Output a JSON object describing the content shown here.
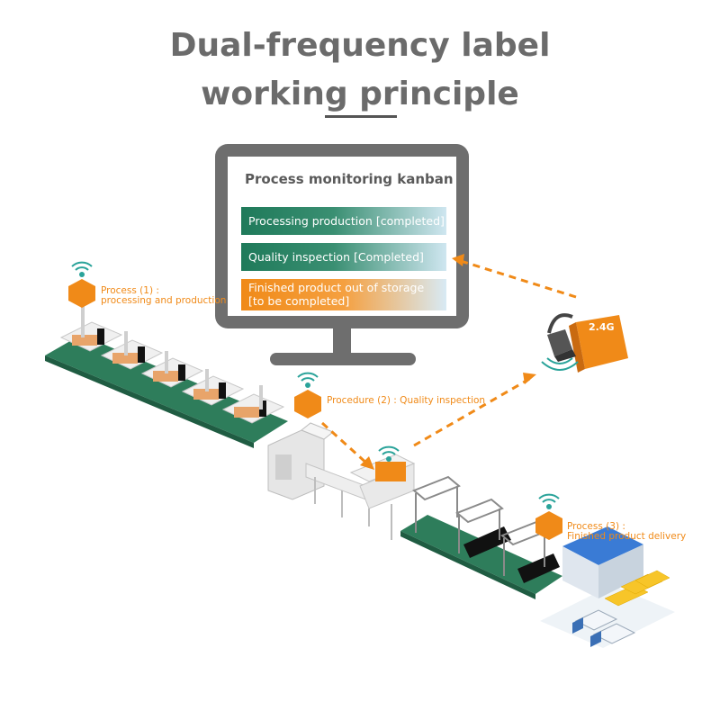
{
  "title": {
    "line1": "Dual-frequency label",
    "line2": "working principle"
  },
  "kanban": {
    "title": "Process monitoring kanban",
    "items": [
      {
        "label": "Processing production [completed]"
      },
      {
        "label": "Quality inspection [Completed]"
      },
      {
        "label_line1": "Finished product out of storage",
        "label_line2": "[to be completed]"
      }
    ]
  },
  "processes": [
    {
      "line1": "Process (1) :",
      "line2": "processing and production"
    },
    {
      "line1": "Procedure (2) : Quality inspection"
    },
    {
      "line1": "Process (3) :",
      "line2": "Finished product delivery"
    }
  ],
  "reader": {
    "frequency": "2.4G"
  },
  "colors": {
    "orange": "#f08a18",
    "green": "#1f7a5a",
    "monitor": "#6e6e6e",
    "conveyor": "#2e7d5b",
    "warehouse_roof": "#3a7bd5"
  }
}
